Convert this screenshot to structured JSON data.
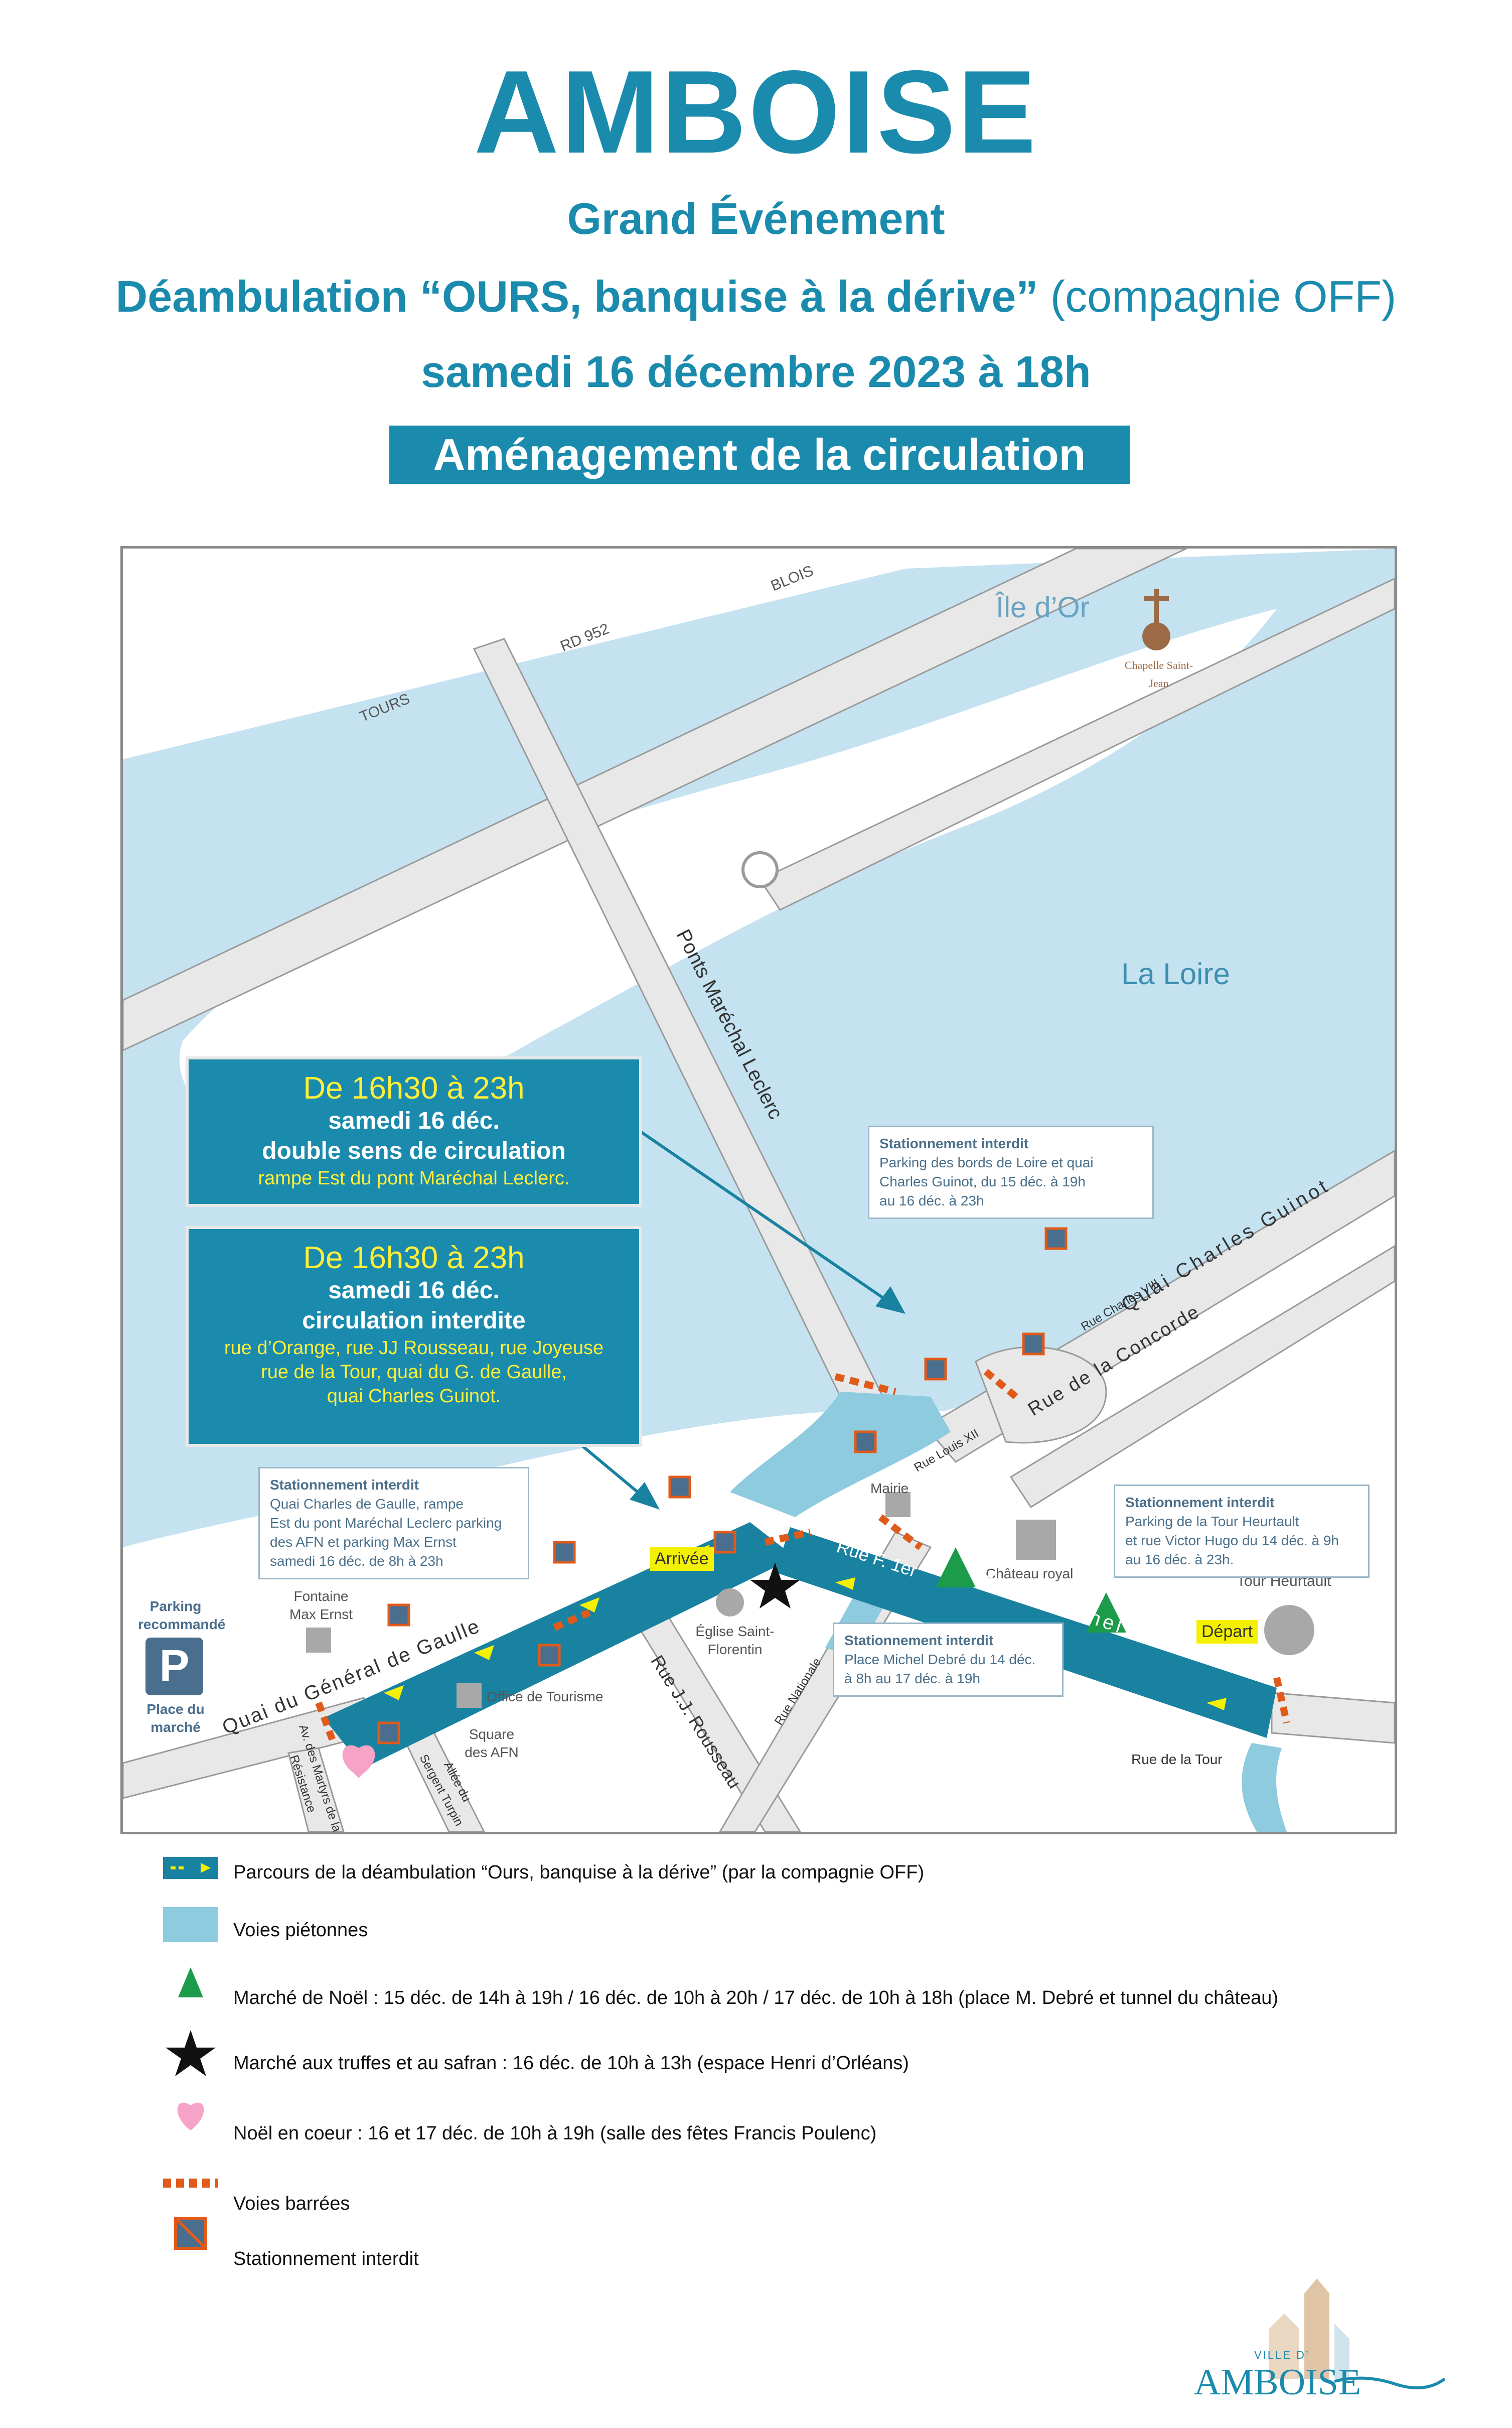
{
  "header": {
    "title": "AMBOISE",
    "subtitle": "Grand Événement",
    "event_main": "Déambulation “OURS, banquise à la dérive”",
    "event_company": " (compagnie OFF)",
    "date": "samedi 16 décembre 2023 à 18h",
    "banner": "Aménagement de la circulation"
  },
  "map": {
    "labels": {
      "ile": "Île d’Or",
      "chapelle": "Chapelle Saint-Jean",
      "loire": "La Loire",
      "tours": "TOURS",
      "rd952": "RD 952",
      "blois": "BLOIS",
      "pont": "Ponts Maréchal Leclerc",
      "quai_guinot": "Quai Charles Guinot",
      "rue_charles": "Rue Charles VIII",
      "rue_concorde": "Rue de la Concorde",
      "rue_louis": "Rue Louis XII",
      "mairie": "Mairie",
      "chateau": "Château royal",
      "tour_heurtault": "Tour Heurtault",
      "depart": "Départ",
      "arrivee": "Arrivée",
      "rue_f1": "Rue F. 1er",
      "place_debre": "Place Michel Debré",
      "rue_nationale": "Rue Nationale",
      "rue_jj": "Rue J.J. Rousseau",
      "eglise": "Église Saint-Florentin",
      "office": "Office de Tourisme",
      "square": "Square des AFN",
      "allee": "Allée du Sergent Turpin",
      "fontaine": "Fontaine Max Ernst",
      "quai_gaulle": "Quai du Général de Gaulle",
      "av_martyrs": "Av. des Martyrs de la Résistance",
      "rue_tour": "Rue de la Tour",
      "parking_reco": "Parking recommandé",
      "parking_p": "P",
      "place_marche": "Place du marché"
    },
    "info_double": {
      "time": "De 16h30 à 23h",
      "day": "samedi 16 déc.",
      "desc": "double sens de circulation",
      "where": "rampe Est du pont Maréchal Leclerc."
    },
    "info_interdite": {
      "time": "De 16h30 à 23h",
      "day": "samedi 16 déc.",
      "desc": "circulation interdite",
      "where1": "rue d’Orange, rue JJ Rousseau, rue Joyeuse",
      "where2": "rue de la Tour, quai du G. de Gaulle,",
      "where3": "quai Charles Guinot."
    },
    "notice_quai": {
      "title": "Stationnement interdit",
      "l1": "Parking des bords de Loire et quai",
      "l2": "Charles Guinot, du 15 déc. à 19h",
      "l3": "au 16 déc. à 23h"
    },
    "notice_gaulle": {
      "title": "Stationnement interdit",
      "l1": "Quai Charles de Gaulle, rampe",
      "l2": "Est du pont Maréchal Leclerc parking",
      "l3": "des AFN et parking Max Ernst",
      "l4": "samedi 16 déc. de 8h à 23h"
    },
    "notice_heurtault": {
      "title": "Stationnement interdit",
      "l1": "Parking de la Tour Heurtault",
      "l2": "et rue Victor Hugo du 14 déc. à 9h",
      "l3": "au 16 déc. à 23h."
    },
    "notice_debre": {
      "title": "Stationnement interdit",
      "l1": "Place Michel Debré du 14 déc.",
      "l2": "à 8h au 17 déc. à 19h"
    }
  },
  "legend": [
    {
      "icon": "route-arrow",
      "text": "Parcours de la déambulation “Ours, banquise à la dérive” (par la compagnie OFF)"
    },
    {
      "icon": "pedestrian-area",
      "text": "Voies piétonnes"
    },
    {
      "icon": "tree-icon",
      "text": "Marché de Noël : 15 déc. de 14h à 19h / 16 déc. de 10h à 20h / 17 déc. de 10h à 18h (place M. Debré et tunnel du château)"
    },
    {
      "icon": "star-icon",
      "text": "Marché aux truffes et au safran : 16 déc. de 10h à 13h (espace Henri d’Orléans)"
    },
    {
      "icon": "heart-icon",
      "text": "Noël en coeur : 16 et 17 déc. de 10h à 19h (salle des fêtes Francis Poulenc)"
    },
    {
      "icon": "barrier-icon",
      "text": "Voies barrées"
    },
    {
      "icon": "no-parking-icon",
      "text": "Stationnement interdit"
    }
  ],
  "logo": {
    "small": "VILLE D’",
    "name": "AMBOISE"
  },
  "colors": {
    "accent": "#1b8bad",
    "river": "#c5e2f1",
    "road": "#e8e8e8",
    "pedestrian": "#8ecbde",
    "yellow": "#f4f100"
  }
}
